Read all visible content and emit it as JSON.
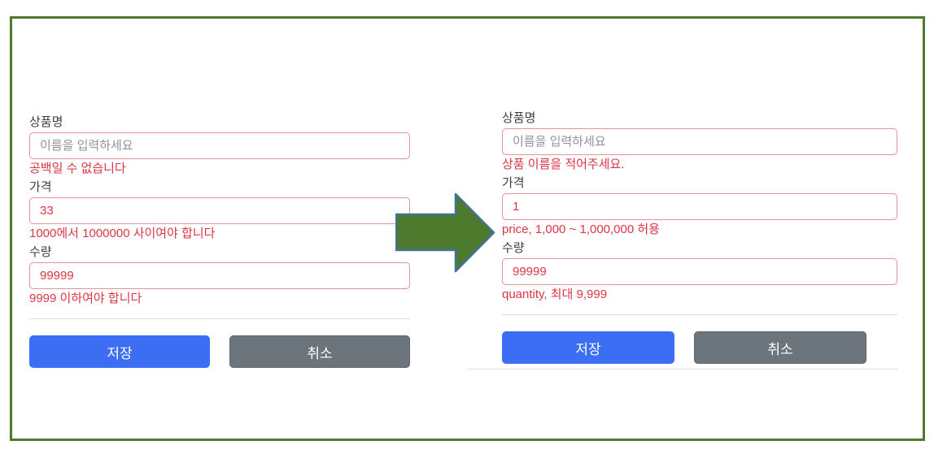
{
  "left_form": {
    "product": {
      "label": "상품명",
      "placeholder": "이름을 입력하세요",
      "error": "공백일 수 없습니다"
    },
    "price": {
      "label": "가격",
      "value": "33",
      "error": "1000에서 1000000 사이여야 합니다"
    },
    "quantity": {
      "label": "수량",
      "value": "99999",
      "error": "9999 이하여야 합니다"
    },
    "save_label": "저장",
    "cancel_label": "취소"
  },
  "right_form": {
    "product": {
      "label": "상품명",
      "placeholder": "이름을 입력하세요",
      "error": "상품 이름을 적어주세요."
    },
    "price": {
      "label": "가격",
      "value": "1",
      "error": "price, 1,000 ~ 1,000,000 허용"
    },
    "quantity": {
      "label": "수량",
      "value": "99999",
      "error": "quantity, 최대 9,999"
    },
    "save_label": "저장",
    "cancel_label": "취소"
  },
  "icons": {
    "arrow": "right-block-arrow"
  },
  "colors": {
    "error_text": "#dc3545",
    "input_border": "#e2939a",
    "save_button": "#3b6ef3",
    "cancel_button": "#6d757c",
    "frame_border": "#4f7b2d",
    "arrow_fill": "#4e7a2e",
    "arrow_stroke": "#41719c"
  }
}
